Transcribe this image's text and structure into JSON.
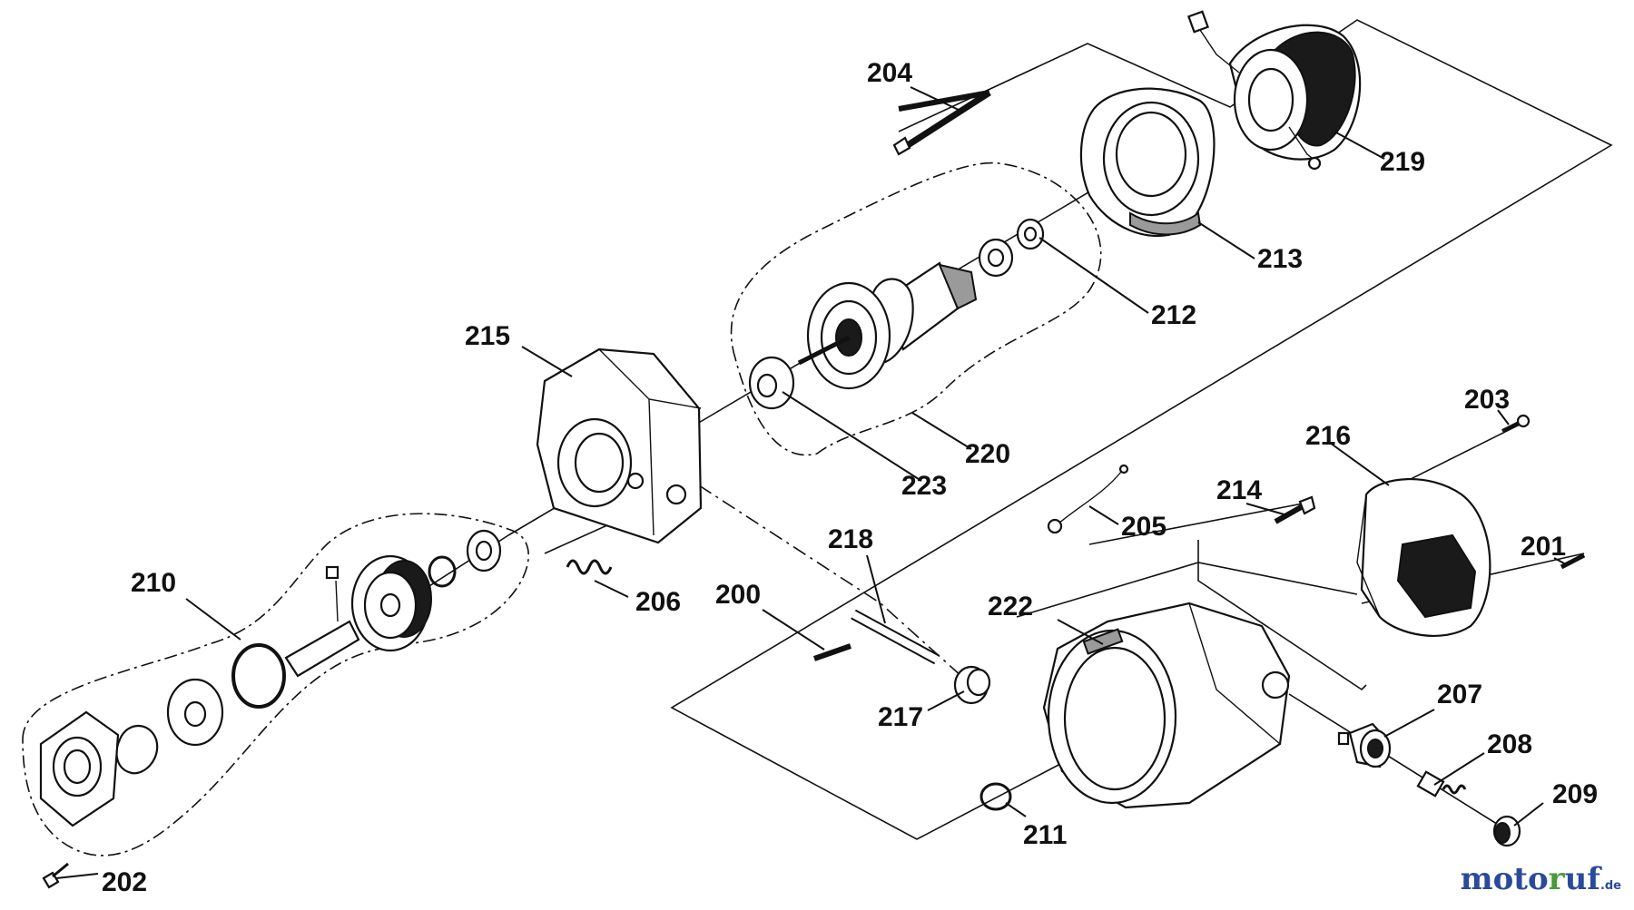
{
  "parts": [
    {
      "id": "p200",
      "number": "200"
    },
    {
      "id": "p201",
      "number": "201"
    },
    {
      "id": "p202",
      "number": "202"
    },
    {
      "id": "p203",
      "number": "203"
    },
    {
      "id": "p204",
      "number": "204"
    },
    {
      "id": "p205",
      "number": "205"
    },
    {
      "id": "p206",
      "number": "206"
    },
    {
      "id": "p207",
      "number": "207"
    },
    {
      "id": "p208",
      "number": "208"
    },
    {
      "id": "p209",
      "number": "209"
    },
    {
      "id": "p210",
      "number": "210"
    },
    {
      "id": "p211",
      "number": "211"
    },
    {
      "id": "p212",
      "number": "212"
    },
    {
      "id": "p213",
      "number": "213"
    },
    {
      "id": "p214",
      "number": "214"
    },
    {
      "id": "p215",
      "number": "215"
    },
    {
      "id": "p216",
      "number": "216"
    },
    {
      "id": "p217",
      "number": "217"
    },
    {
      "id": "p218",
      "number": "218"
    },
    {
      "id": "p219",
      "number": "219"
    },
    {
      "id": "p220",
      "number": "220"
    },
    {
      "id": "p222",
      "number": "222"
    },
    {
      "id": "p223",
      "number": "223"
    }
  ],
  "watermark": {
    "part_a": "moto",
    "part_b": "r",
    "part_c": "uf",
    "suffix": ".de"
  }
}
